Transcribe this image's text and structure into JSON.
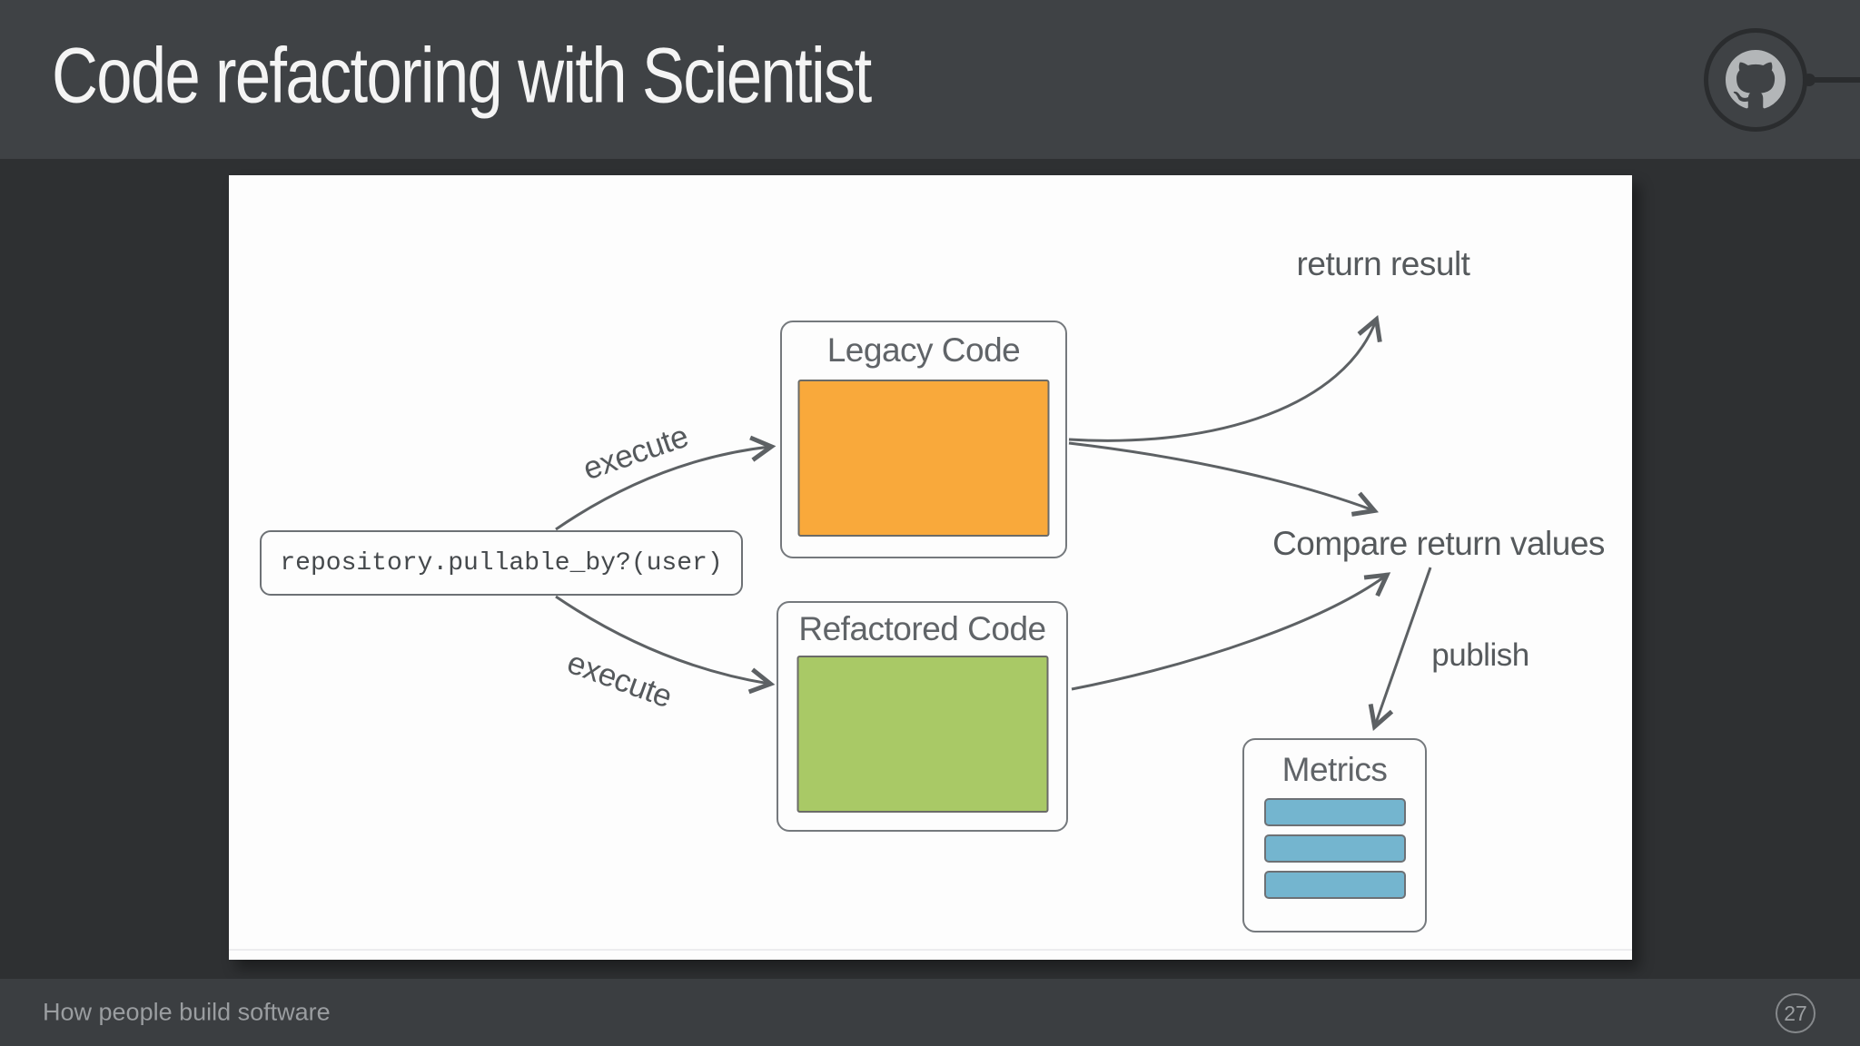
{
  "header": {
    "title": "Code refactoring with Scientist",
    "logo": "github-octocat-icon"
  },
  "diagram": {
    "code_box": {
      "label": "repository.pullable_by?(user)"
    },
    "legacy_box": {
      "title": "Legacy Code",
      "fill_color": "#f9a93b"
    },
    "refactored_box": {
      "title": "Refactored Code",
      "fill_color": "#a9c966"
    },
    "metrics_box": {
      "title": "Metrics",
      "bar_color": "#74b5cf",
      "bar_count": 3
    },
    "labels": {
      "execute_top": "execute",
      "execute_bottom": "execute",
      "return_result": "return result",
      "compare": "Compare return values",
      "publish": "publish"
    },
    "arrow_color": "#5d6164"
  },
  "footer": {
    "caption": "How people build software",
    "page_number": "27"
  },
  "colors": {
    "header_bg": "#3f4245",
    "background": "#2e3032",
    "footer_bg": "#3b3e41",
    "slide_bg": "#fdfdfd"
  }
}
